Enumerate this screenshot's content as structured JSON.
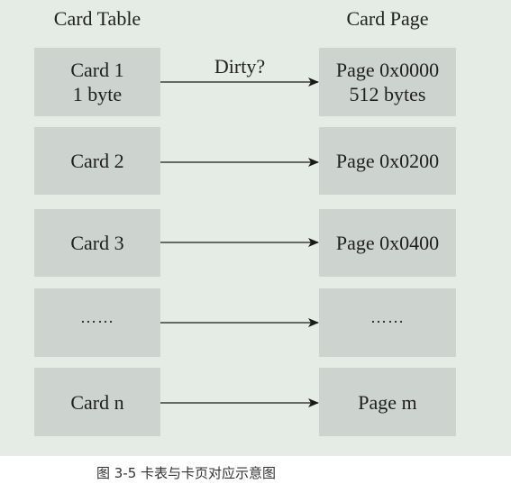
{
  "headers": {
    "card_table": "Card Table",
    "card_page": "Card Page"
  },
  "cards": [
    {
      "line1": "Card 1",
      "line2": "1 byte"
    },
    {
      "line1": "Card 2"
    },
    {
      "line1": "Card 3"
    },
    {
      "line1": "……"
    },
    {
      "line1": "Card n"
    }
  ],
  "pages": [
    {
      "line1": "Page 0x0000",
      "line2": "512 bytes"
    },
    {
      "line1": "Page 0x0200"
    },
    {
      "line1": "Page 0x0400"
    },
    {
      "line1": "……"
    },
    {
      "line1": "Page m"
    }
  ],
  "arrow_label": "Dirty?",
  "caption": "图 3-5    卡表与卡页对应示意图",
  "colors": {
    "figure_background": "#e5ebe5",
    "box_fill": "#cdd3cf",
    "arrow": "#1a1a1a"
  }
}
